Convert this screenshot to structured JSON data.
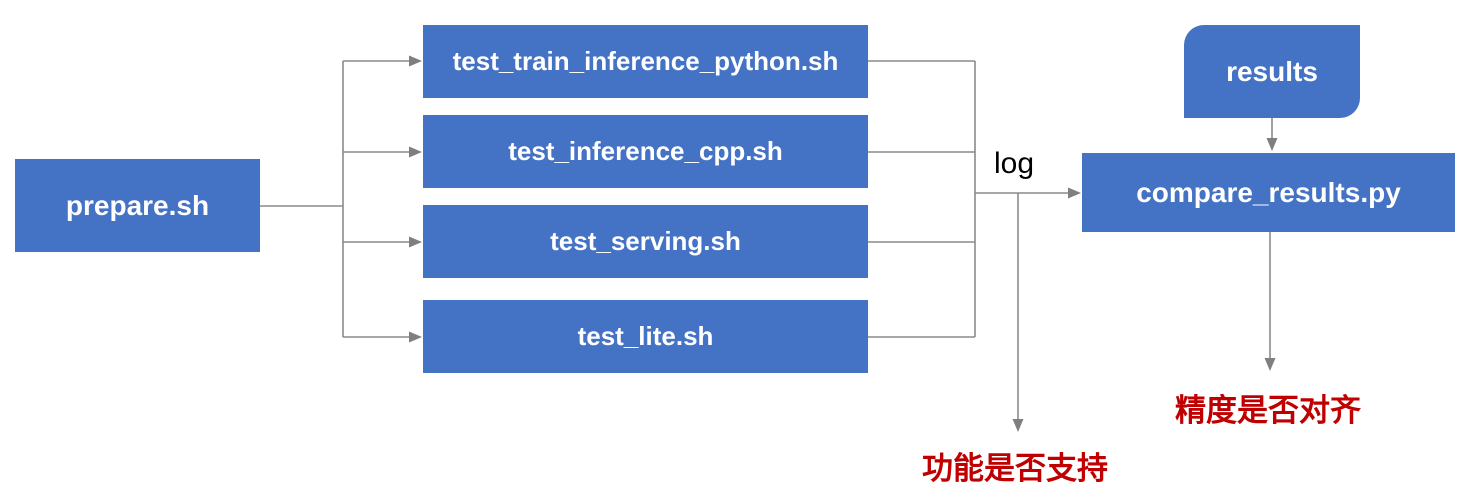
{
  "diagram": {
    "colors": {
      "node_fill": "#4472C4",
      "node_text": "#ffffff",
      "connector_gray": "#8a8a8a",
      "arrowhead_gray": "#7f7f7f",
      "annotation_red": "#C00000",
      "log_text": "#000000",
      "background": "#ffffff"
    },
    "nodes": {
      "prepare": {
        "label": "prepare.sh"
      },
      "tests": [
        {
          "label": "test_train_inference_python.sh"
        },
        {
          "label": "test_inference_cpp.sh"
        },
        {
          "label": "test_serving.sh"
        },
        {
          "label": "test_lite.sh"
        }
      ],
      "results": {
        "label": "results"
      },
      "compare": {
        "label": "compare_results.py"
      }
    },
    "labels": {
      "log": "log",
      "function_support": "功能是否支持",
      "accuracy_aligned": "精度是否对齐"
    }
  }
}
